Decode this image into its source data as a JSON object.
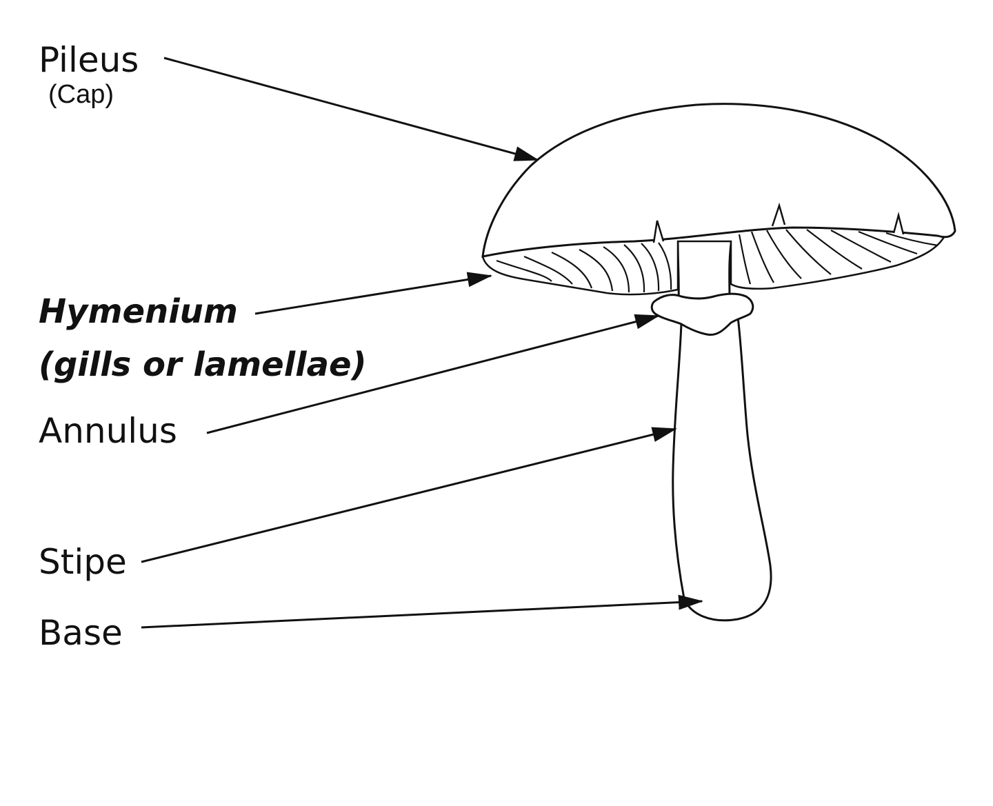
{
  "labels": {
    "pileus": "Pileus",
    "pileus_sub": "(Cap)",
    "hymenium": "Hymenium",
    "hymenium_sub": "(gills or lamellae)",
    "annulus": "Annulus",
    "stipe": "Stipe",
    "base": "Base"
  },
  "colors": {
    "line": "#111111",
    "background": "#ffffff"
  }
}
